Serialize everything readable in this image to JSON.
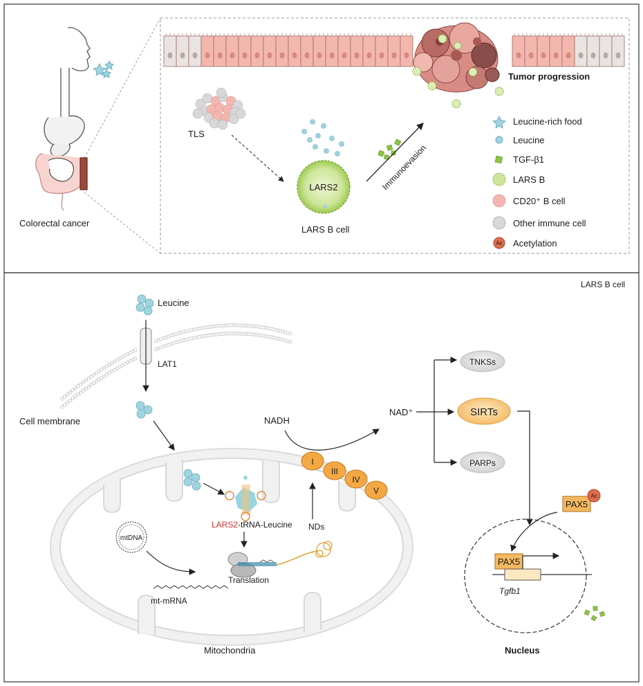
{
  "top_panel": {
    "colorectal_label": "Colorectal cancer",
    "tumor_label": "Tumor progression",
    "tls_label": "TLS",
    "lars2_label": "LARS2",
    "lars_b_cell_label": "LARS B cell",
    "immunoevasion_label": "Immunoevasion",
    "legend": [
      {
        "label": "Leucine-rich food",
        "icon": "star-icon",
        "color": "#9fd4e0"
      },
      {
        "label": "Leucine",
        "icon": "leucine-icon",
        "color": "#9fd4e0"
      },
      {
        "label": "TGF-β1",
        "icon": "tgf-icon",
        "color": "#8cc63f"
      },
      {
        "label": "LARS B",
        "icon": "lars-b-icon",
        "color": "#b5d96a"
      },
      {
        "label": "CD20⁺ B cell",
        "icon": "cd20-icon",
        "color": "#f5b5b0"
      },
      {
        "label": "Other immune cell",
        "icon": "immune-icon",
        "color": "#cfcfcf"
      },
      {
        "label": "Acetylation",
        "icon": "ac-icon",
        "color": "#e06c4b",
        "badge": "Ac"
      }
    ]
  },
  "bottom_panel": {
    "corner_label": "LARS B cell",
    "leucine_label": "Leucine",
    "lat1_label": "LAT1",
    "membrane_label": "Cell membrane",
    "nadh_label": "NADH",
    "nad_label": "NAD⁺",
    "tnks_label": "TNKSs",
    "sirts_label": "SIRTs",
    "parps_label": "PARPs",
    "complexes": [
      "I",
      "III",
      "IV",
      "V"
    ],
    "nds_label": "NDs",
    "lars2_red": "LARS2",
    "trna_suffix": "-tRNA-Leucine",
    "mtdna_label": "mtDNA",
    "translation_label": "Translation",
    "mtmrna_label": "mt-mRNA",
    "mito_label": "Mitochondria",
    "pax5_label": "PAX5",
    "ac_badge": "Ac",
    "tgfb1_label": "Tgfb1",
    "nucleus_label": "Nucleus"
  }
}
